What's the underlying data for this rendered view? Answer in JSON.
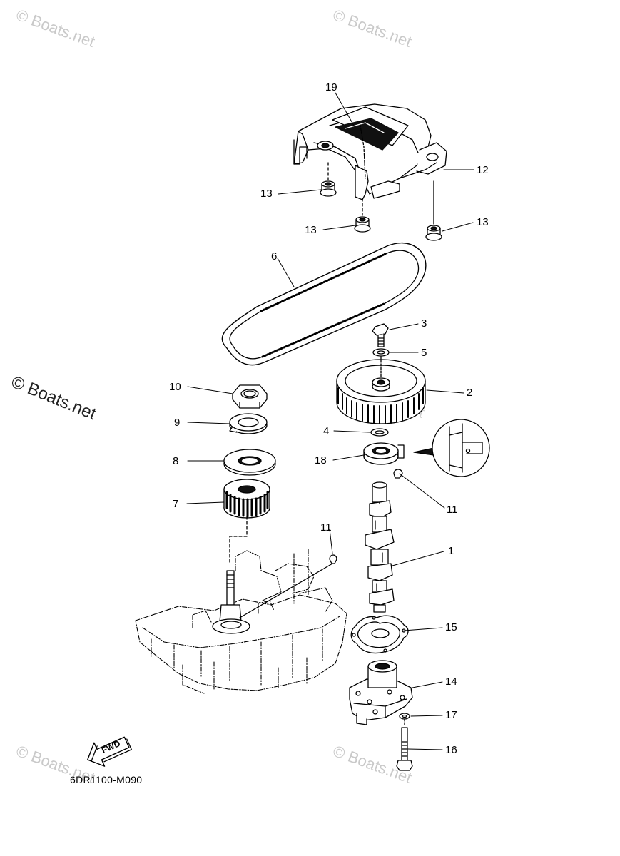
{
  "diagram": {
    "figure_code": "6DR1100-M090",
    "fwd_label": "FWD",
    "watermark": "© Boats.net",
    "callouts": {
      "c1": "1",
      "c2": "2",
      "c3": "3",
      "c4": "4",
      "c5": "5",
      "c6": "6",
      "c7": "7",
      "c8": "8",
      "c9": "9",
      "c10": "10",
      "c11a": "11",
      "c11b": "11",
      "c12": "12",
      "c13a": "13",
      "c13b": "13",
      "c13c": "13",
      "c14": "14",
      "c15": "15",
      "c16": "16",
      "c17": "17",
      "c18": "18",
      "c19": "19"
    }
  }
}
